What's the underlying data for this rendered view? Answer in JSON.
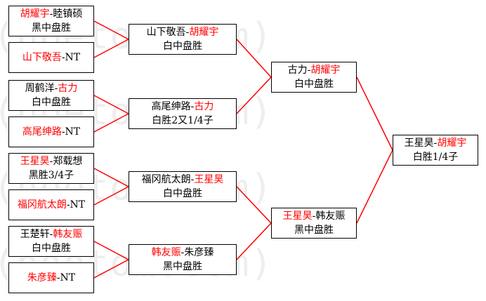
{
  "watermark": {
    "lines": [
      "(hoetom.com)",
      "(hoetom.com)",
      "(hoetom.com)",
      "(hoetom.com)"
    ]
  },
  "colors": {
    "line": "#ff0000",
    "highlight": "#ff0000",
    "text": "#000000",
    "border": "#000000"
  },
  "round1": [
    {
      "line1": [
        {
          "t": "胡耀宇",
          "hl": true
        },
        {
          "t": "-睦镇硕",
          "hl": false
        }
      ],
      "line2": "黑中盘胜"
    },
    {
      "line1": [
        {
          "t": "山下敬吾",
          "hl": true
        },
        {
          "t": "-NT",
          "hl": false
        }
      ],
      "line2": ""
    },
    {
      "line1": [
        {
          "t": "周鹤洋-",
          "hl": false
        },
        {
          "t": "古力",
          "hl": true
        }
      ],
      "line2": "白中盘胜"
    },
    {
      "line1": [
        {
          "t": "高尾绅路",
          "hl": true
        },
        {
          "t": "-NT",
          "hl": false
        }
      ],
      "line2": ""
    },
    {
      "line1": [
        {
          "t": "王星昊",
          "hl": true
        },
        {
          "t": "-郑载想",
          "hl": false
        }
      ],
      "line2": "黑胜3/4子"
    },
    {
      "line1": [
        {
          "t": "福冈航太朗",
          "hl": true
        },
        {
          "t": "-NT",
          "hl": false
        }
      ],
      "line2": ""
    },
    {
      "line1": [
        {
          "t": "王楚轩-",
          "hl": false
        },
        {
          "t": "韩友赈",
          "hl": true
        }
      ],
      "line2": "白中盘胜"
    },
    {
      "line1": [
        {
          "t": "朱彦臻",
          "hl": true
        },
        {
          "t": "-NT",
          "hl": false
        }
      ],
      "line2": ""
    }
  ],
  "round2": [
    {
      "line1": [
        {
          "t": "山下敬吾-",
          "hl": false
        },
        {
          "t": "胡耀宇",
          "hl": true
        }
      ],
      "line2": "白中盘胜"
    },
    {
      "line1": [
        {
          "t": "高尾绅路-",
          "hl": false
        },
        {
          "t": "古力",
          "hl": true
        }
      ],
      "line2": "白胜2又1/4子"
    },
    {
      "line1": [
        {
          "t": "福冈航太朗-",
          "hl": false
        },
        {
          "t": "王星昊",
          "hl": true
        }
      ],
      "line2": "白中盘胜"
    },
    {
      "line1": [
        {
          "t": "韩友赈",
          "hl": true
        },
        {
          "t": "-朱彦臻",
          "hl": false
        }
      ],
      "line2": "黑中盘胜"
    }
  ],
  "round3": [
    {
      "line1": [
        {
          "t": "古力-",
          "hl": false
        },
        {
          "t": "胡耀宇",
          "hl": true
        }
      ],
      "line2": "白中盘胜"
    },
    {
      "line1": [
        {
          "t": "王星昊",
          "hl": true
        },
        {
          "t": "-韩友赈",
          "hl": false
        }
      ],
      "line2": "黑中盘胜"
    }
  ],
  "final": [
    {
      "line1": [
        {
          "t": "王星昊-",
          "hl": false
        },
        {
          "t": "胡耀宇",
          "hl": true
        }
      ],
      "line2": "白胜1/4子"
    }
  ]
}
